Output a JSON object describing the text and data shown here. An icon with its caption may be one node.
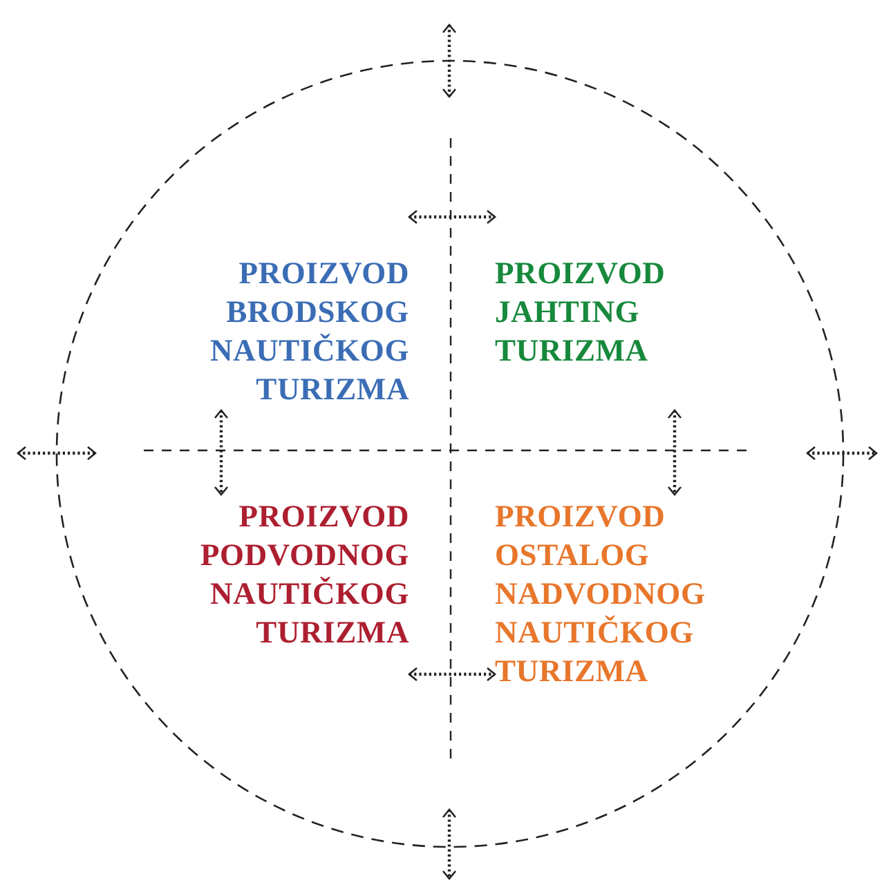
{
  "diagram": {
    "nodes": [
      {
        "text": [],
        "shape": "circle"
      },
      {
        "text": [
          "PROIZVOD BRODSKOG NAUTIČKOG TURIZMA"
        ],
        "in": 0
      },
      {
        "text": [
          "PROIZVOD JAHTING TURIZMA"
        ],
        "in": 0
      },
      {
        "text": [
          "PROIZVOD PODVODNOG NAUTIČKOG TURIZMA"
        ],
        "in": 0
      },
      {
        "text": [
          "PROIZVOD OSTALOG NADVODNOG NAUTIČKOG TURIZMA"
        ],
        "in": 0
      }
    ],
    "edges": [
      {
        "from": 1,
        "to": 2,
        "arrow": "both"
      },
      {
        "from": 1,
        "to": 3,
        "arrow": "both"
      },
      {
        "from": 2,
        "to": 4,
        "arrow": "both"
      },
      {
        "from": 3,
        "to": 4,
        "arrow": "both"
      }
    ]
  }
}
